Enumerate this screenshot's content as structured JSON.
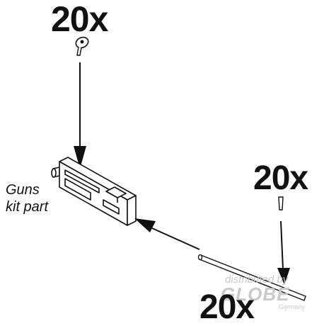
{
  "quantities": {
    "top": "20x",
    "right": "20x",
    "bottom": "20x"
  },
  "part_label": {
    "line1": "Guns",
    "line2": "kit part"
  },
  "watermark": {
    "line1": "distributed by",
    "line2": "GLOBE",
    "line3": "Germany"
  },
  "colors": {
    "ink": "#111111",
    "watermark": "#c9c9c9"
  }
}
